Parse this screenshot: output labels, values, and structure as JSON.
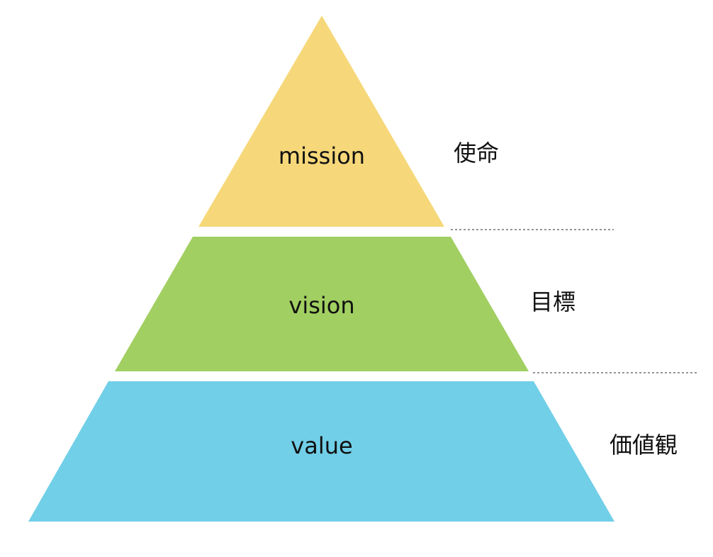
{
  "pyramid": {
    "layers": [
      {
        "label": "mission",
        "side_label": "使命",
        "color": "#F6D87A"
      },
      {
        "label": "vision",
        "side_label": "目標",
        "color": "#A1CF62"
      },
      {
        "label": "value",
        "side_label": "価値観",
        "color": "#71CFE8"
      }
    ]
  }
}
